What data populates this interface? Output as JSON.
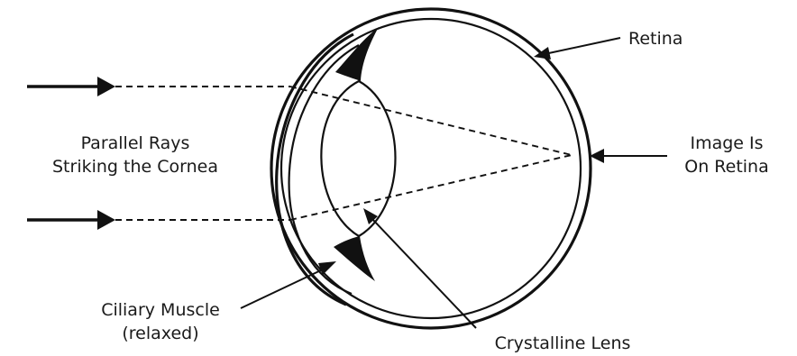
{
  "labels": {
    "retina": "Retina",
    "parallel_rays_line1": "Parallel Rays",
    "parallel_rays_line2": "Striking the Cornea",
    "image_line1": "Image Is",
    "image_line2": "On Retina",
    "ciliary_line1": "Ciliary Muscle",
    "ciliary_line2": "(relaxed)",
    "lens": "Crystalline Lens"
  },
  "colors": {
    "ink": "#111111",
    "background": "#ffffff"
  }
}
